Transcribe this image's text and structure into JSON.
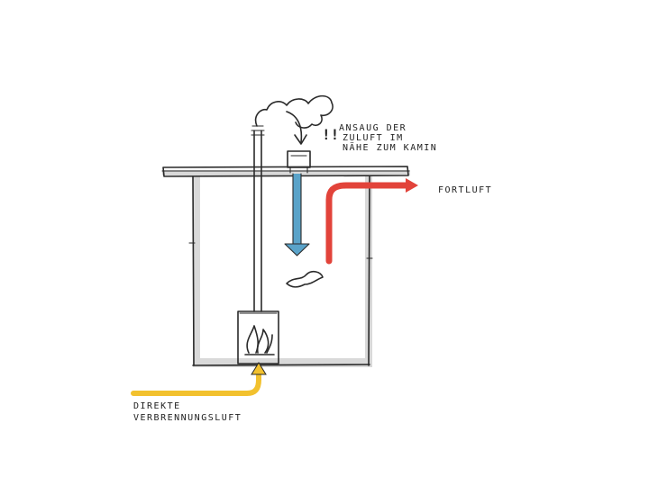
{
  "labels": {
    "intake_line1": "ANSAUG DER",
    "intake_line2": "ZULUFT IM",
    "intake_line3": "NÄHE ZUM KAMIN",
    "exhaust": "FORTLUFT",
    "combustion_line1": "DIREKTE",
    "combustion_line2": "VERBRENNUNGSLUFT",
    "warning_mark": "!!"
  },
  "colors": {
    "supply_air": "#5aa3c9",
    "exhaust_air": "#e2433a",
    "combustion_air": "#f2c12e",
    "wall_shadow": "#d9d9d9",
    "ink": "#2a2a2a"
  },
  "icons": {
    "smoke": "smoke-cloud-icon",
    "flame": "flame-icon",
    "room_air": "air-swirl-icon"
  }
}
